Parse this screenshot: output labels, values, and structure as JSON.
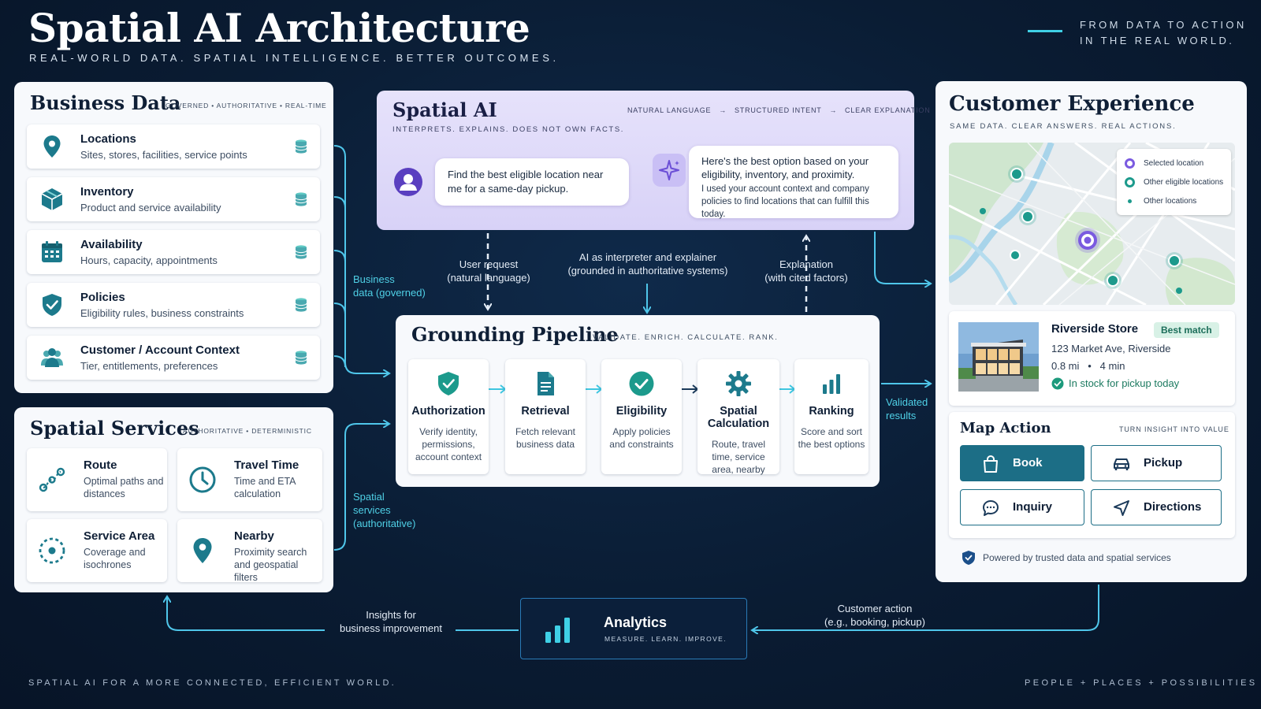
{
  "header": {
    "title": "Spatial AI Architecture",
    "subtitle": "REAL-WORLD DATA. SPATIAL INTELLIGENCE. BETTER OUTCOMES.",
    "tagline_line1": "FROM DATA TO ACTION",
    "tagline_line2": "IN THE REAL WORLD."
  },
  "business_data": {
    "title": "Business Data",
    "meta": "GOVERNED  •  AUTHORITATIVE  •  REAL-TIME",
    "items": [
      {
        "title": "Locations",
        "desc": "Sites, stores, facilities, service points",
        "icon": "location-pin-icon"
      },
      {
        "title": "Inventory",
        "desc": "Product and service availability",
        "icon": "box-icon"
      },
      {
        "title": "Availability",
        "desc": "Hours, capacity, appointments",
        "icon": "calendar-icon"
      },
      {
        "title": "Policies",
        "desc": "Eligibility rules, business constraints",
        "icon": "shield-check-icon"
      },
      {
        "title": "Customer / Account Context",
        "desc": "Tier, entitlements, preferences",
        "icon": "people-icon"
      }
    ]
  },
  "spatial_services": {
    "title": "Spatial Services",
    "meta": "AUTHORITATIVE  •  DETERMINISTIC",
    "items": [
      {
        "title": "Route",
        "desc": "Optimal paths and distances",
        "icon": "route-icon"
      },
      {
        "title": "Travel Time",
        "desc": "Time and ETA calculation",
        "icon": "clock-icon"
      },
      {
        "title": "Service Area",
        "desc": "Coverage and isochrones",
        "icon": "service-area-icon"
      },
      {
        "title": "Nearby",
        "desc": "Proximity search and geospatial filters",
        "icon": "location-pin-icon"
      }
    ]
  },
  "spatial_ai": {
    "title": "Spatial AI",
    "subtitle": "INTERPRETS. EXPLAINS. DOES NOT OWN FACTS.",
    "flow": [
      "NATURAL LANGUAGE",
      "STRUCTURED INTENT",
      "CLEAR EXPLANATION"
    ],
    "user_message": "Find the best eligible location near me for a same-day pickup.",
    "ai_message_main": "Here's the best option based on your eligibility, inventory, and proximity.",
    "ai_message_detail": "I used your account context and company policies to find locations that can fulfill this today."
  },
  "flow_labels": {
    "user_request": "User request\n(natural language)",
    "ai_role": "AI as interpreter and explainer\n(grounded in authoritative systems)",
    "explanation": "Explanation\n(with cited factors)",
    "business_data": "Business\ndata (governed)",
    "spatial_services": "Spatial\nservices\n(authoritative)",
    "validated": "Validated\nresults",
    "insights": "Insights for\nbusiness improvement",
    "customer_action": "Customer action\n(e.g., booking, pickup)"
  },
  "pipeline": {
    "title": "Grounding Pipeline",
    "meta": "VALIDATE. ENRICH. CALCULATE. RANK.",
    "stages": [
      {
        "title": "Authorization",
        "desc": "Verify identity, permissions, account context",
        "icon": "shield-check-icon"
      },
      {
        "title": "Retrieval",
        "desc": "Fetch relevant business data",
        "icon": "document-icon"
      },
      {
        "title": "Eligibility",
        "desc": "Apply policies and constraints",
        "icon": "check-circle-icon"
      },
      {
        "title": "Spatial Calculation",
        "desc": "Route, travel time, service area, nearby",
        "icon": "gear-icon"
      },
      {
        "title": "Ranking",
        "desc": "Score and sort the best options",
        "icon": "bar-chart-icon"
      }
    ]
  },
  "customer_experience": {
    "title": "Customer Experience",
    "subtitle": "SAME DATA. CLEAR ANSWERS. REAL ACTIONS.",
    "legend": [
      "Selected location",
      "Other eligible locations",
      "Other locations"
    ],
    "store": {
      "name": "Riverside Store",
      "badge": "Best match",
      "address": "123 Market Ave, Riverside",
      "distance": "0.8 mi",
      "time": "4 min",
      "stock": "In stock for pickup today"
    },
    "map_action": {
      "title": "Map Action",
      "meta": "TURN INSIGHT INTO VALUE",
      "buttons": [
        "Book",
        "Pickup",
        "Inquiry",
        "Directions"
      ]
    },
    "trust": "Powered by trusted data and spatial services"
  },
  "analytics": {
    "title": "Analytics",
    "subtitle": "MEASURE. LEARN. IMPROVE."
  },
  "footer": {
    "left": "SPATIAL AI FOR A MORE CONNECTED, EFFICIENT WORLD.",
    "right": "PEOPLE  +  PLACES  +  POSSIBILITIES"
  },
  "colors": {
    "background": "#0a1c33",
    "teal": "#1c7a8c",
    "cyan_accent": "#3fd0e6",
    "ai_panel": "#ded9fa",
    "purple": "#6b4fd6"
  }
}
